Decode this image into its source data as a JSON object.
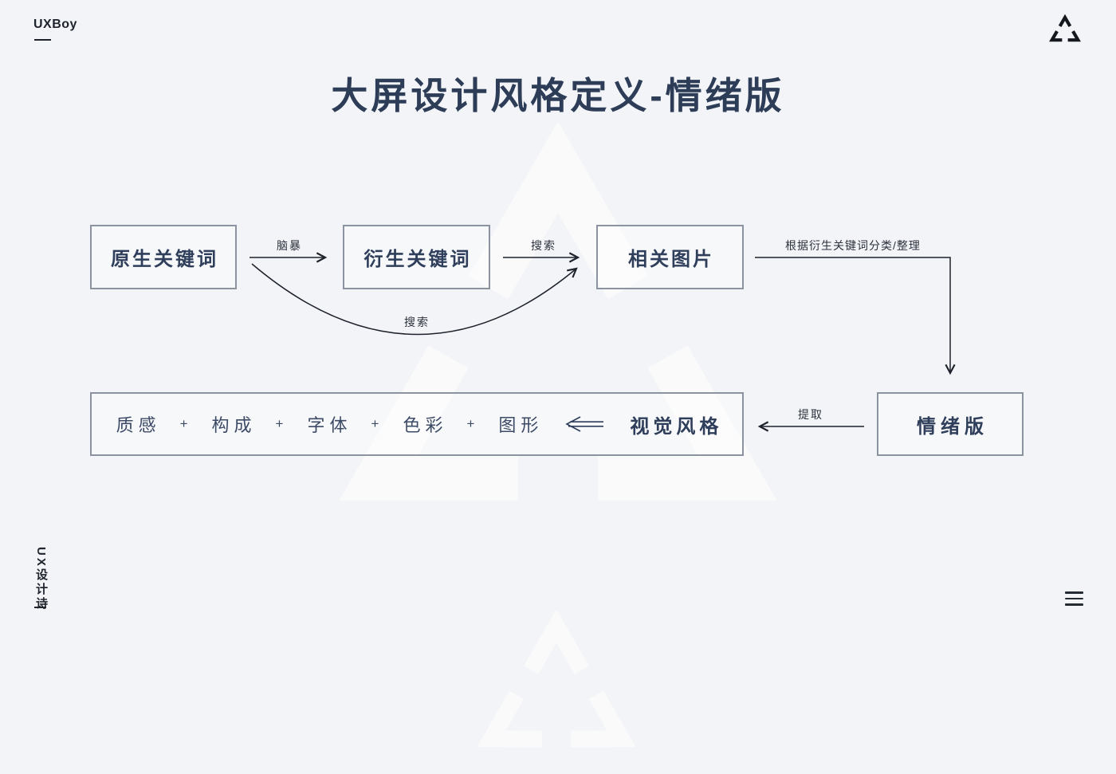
{
  "brand": {
    "wordmark": "UXBoy",
    "logo_icon": "tri-corner-triangle",
    "vertical_signature": "UX设计诗"
  },
  "title": "大屏设计风格定义-情绪版",
  "flow": {
    "nodes": [
      {
        "id": "origin",
        "label": "原生关键词"
      },
      {
        "id": "derived",
        "label": "衍生关键词"
      },
      {
        "id": "images",
        "label": "相关图片"
      },
      {
        "id": "moodboard",
        "label": "情绪版"
      }
    ],
    "edges": [
      {
        "from": "origin",
        "to": "derived",
        "label": "脑暴"
      },
      {
        "from": "derived",
        "to": "images",
        "label": "搜索"
      },
      {
        "from": "origin",
        "to": "images",
        "label": "搜索",
        "shape": "curved"
      },
      {
        "from": "images",
        "to": "moodboard",
        "label": "根据衍生关键词分类/整理",
        "shape": "elbow"
      },
      {
        "from": "moodboard",
        "to": "visual-style",
        "label": "提取"
      }
    ],
    "visual_style_box": {
      "elements": [
        "质感",
        "构成",
        "字体",
        "色彩",
        "图形"
      ],
      "separator": "+",
      "arrow_icon": "long-double-left-arrow",
      "result_label": "视觉风格"
    }
  },
  "menu": {
    "icon": "hamburger"
  },
  "colors": {
    "background": "#f2f4f7",
    "watermark": "#ffffff",
    "title_text": "#2d3c57",
    "node_text": "#2f3e5a",
    "node_border": "#8b93a1",
    "line": "#1d222c",
    "brand_text": "#1e222c"
  }
}
